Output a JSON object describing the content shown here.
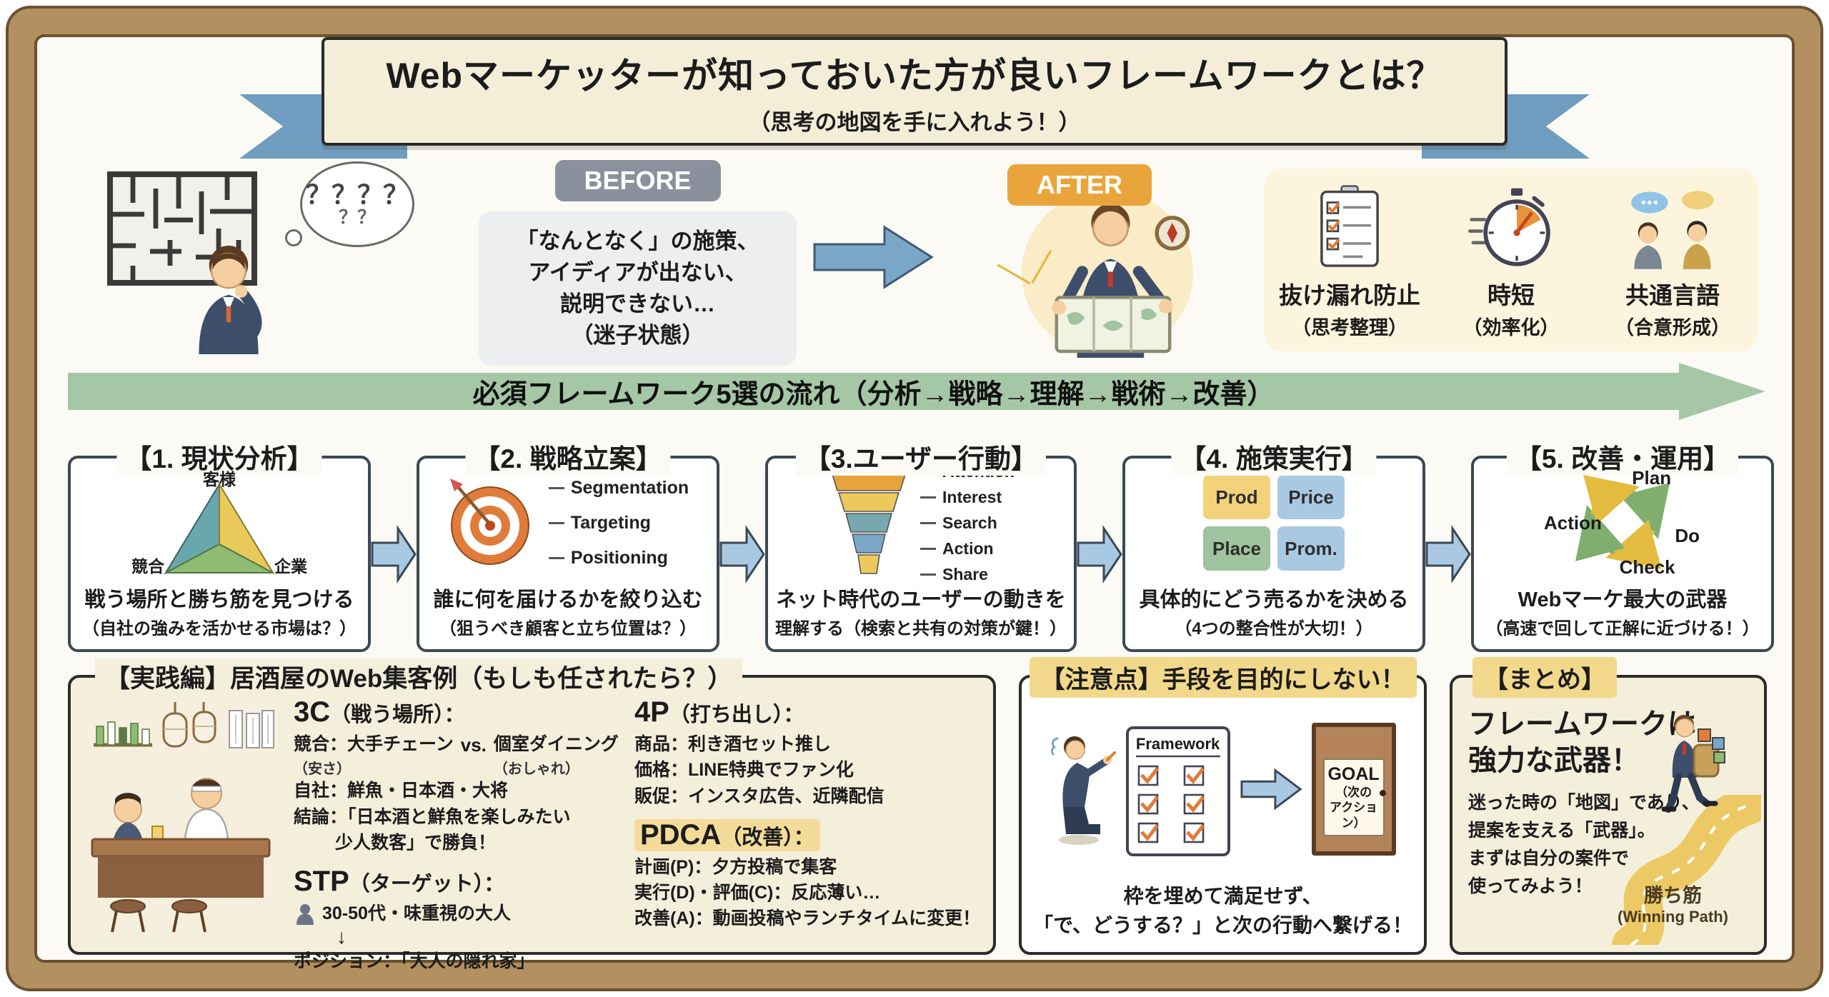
{
  "title": {
    "main": "Webマーケッターが知っておいた方が良いフレームワークとは？",
    "sub": "（思考の地図を手に入れよう！）"
  },
  "before": {
    "badge": "BEFORE",
    "bubble_line1": "？？？？",
    "bubble_line2": "？？",
    "lines": [
      "「なんとなく」の施策、",
      "アイディアが出ない、",
      "説明できない…",
      "（迷子状態）"
    ]
  },
  "after": {
    "badge": "AFTER",
    "sparkle": "＼／",
    "benefits": [
      {
        "icon": "checklist-icon",
        "title": "抜け漏れ防止",
        "sub": "（思考整理）"
      },
      {
        "icon": "stopwatch-icon",
        "title": "時短",
        "sub": "（効率化）"
      },
      {
        "icon": "people-talking-icon",
        "title": "共通言語",
        "sub": "（合意形成）"
      }
    ]
  },
  "flow_banner": "必須フレームワーク5選の流れ（分析→戦略→理解→戦術→改善）",
  "frameworks": [
    {
      "title": "【1. 現状分析】",
      "line1": "戦う場所と勝ち筋を見つける",
      "line2": "（自社の強みを活かせる市場は？）",
      "labels": {
        "top": "客様",
        "left": "競合",
        "right": "企業"
      }
    },
    {
      "title": "【2. 戦略立案】",
      "line1": "誰に何を届けるかを絞り込む",
      "line2": "（狙うべき顧客と立ち位置は？）",
      "labels": [
        "Segmentation",
        "Targeting",
        "Positioning"
      ]
    },
    {
      "title": "【3.ユーザー行動】",
      "line1": "ネット時代のユーザーの動きを",
      "line2": "理解する（検索と共有の対策が鍵！）",
      "labels": [
        "Attention",
        "Interest",
        "Search",
        "Action",
        "Share"
      ]
    },
    {
      "title": "【4. 施策実行】",
      "line1": "具体的にどう売るかを決める",
      "line2": "（4つの整合性が大切！）",
      "labels": [
        "Prod",
        "Price",
        "Place",
        "Prom."
      ]
    },
    {
      "title": "【5. 改善・運用】",
      "line1": "Webマーケ最大の武器",
      "line2": "（高速で回して正解に近づける！）",
      "labels": [
        "Plan",
        "Do",
        "Check",
        "Action"
      ]
    }
  ],
  "practice": {
    "title": "【実践編】居酒屋のWeb集客例（もしも任されたら？）",
    "c3": {
      "big": "3C",
      "rest": "（戦う場所）：",
      "comp_left1": "競合：大手チェーン",
      "comp_left2": "（安さ）",
      "vs": "vs.",
      "comp_right1": "個室ダイニング",
      "comp_right2": "（おしゃれ）",
      "own": "自社：鮮魚・日本酒・大将",
      "conclusion1": "結論：「日本酒と鮮魚を楽しみたい",
      "conclusion2": "少人数客」で勝負！"
    },
    "stp": {
      "big": "STP",
      "rest": "（ターゲット）：",
      "target": "30-50代・味重視の大人",
      "arrow": "↓",
      "position": "ポジション：「大人の隠れ家」"
    },
    "p4": {
      "big": "4P",
      "rest": "（打ち出し）：",
      "lines": [
        "商品：利き酒セット推し",
        "価格：LINE特典でファン化",
        "販促：インスタ広告、近隣配信"
      ]
    },
    "pdca": {
      "big": "PDCA",
      "rest": "（改善）：",
      "lines": [
        "計画(P)：夕方投稿で集客",
        "実行(D)・評価(C)：反応薄い…",
        "改善(A)：動画投稿やランチタイムに変更！"
      ]
    }
  },
  "caution": {
    "title": "【注意点】手段を目的にしない！",
    "framework_label": "Framework",
    "goal": "GOAL",
    "goal_sub1": "（次の",
    "goal_sub2": "アクション）",
    "caption1": "枠を埋めて満足せず、",
    "caption2": "「で、どうする？」と次の行動へ繋げる！"
  },
  "summary": {
    "title": "【まとめ】",
    "head1": "フレームワークは",
    "head2": "強力な武器！",
    "body0": "迷った時の「地図」であり、",
    "body1": "提案を支える「武器」。",
    "body2": "まずは自分の案件で",
    "body3": "使ってみよう！",
    "path_label1": "勝ち筋",
    "path_label2": "(Winning Path)"
  },
  "colors": {
    "frame_brown": "#b3905f",
    "ribbon_blue": "#6f9dbf",
    "before_gray": "#8b919c",
    "after_orange": "#e9a53c",
    "flow_green": "#a5c7a5",
    "arrow_blue": "#7aa7c7",
    "highlight_yellow": "#f2d88a"
  }
}
